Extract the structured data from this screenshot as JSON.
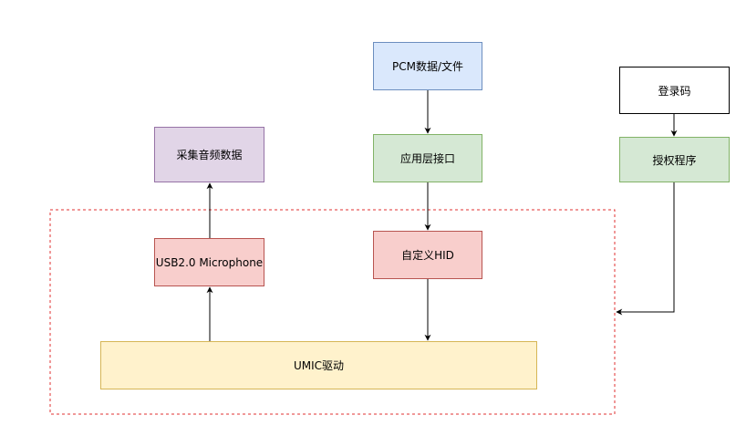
{
  "nodes": {
    "collect_audio": "采集音频数据",
    "pcm_file": "PCM数据/文件",
    "app_interface": "应用层接口",
    "usb_mic": "USB2.0 Microphone",
    "custom_hid": "自定义HID",
    "umic_driver": "UMIC驱动",
    "login_code": "登录码",
    "auth_program": "授权程序"
  },
  "colors": {
    "purple_fill": "#e1d5e7",
    "blue_fill": "#dae8fc",
    "green_fill": "#d5e8d4",
    "red_fill": "#f8cecc",
    "yellow_fill": "#fff2cc",
    "group_border": "#e03030"
  }
}
